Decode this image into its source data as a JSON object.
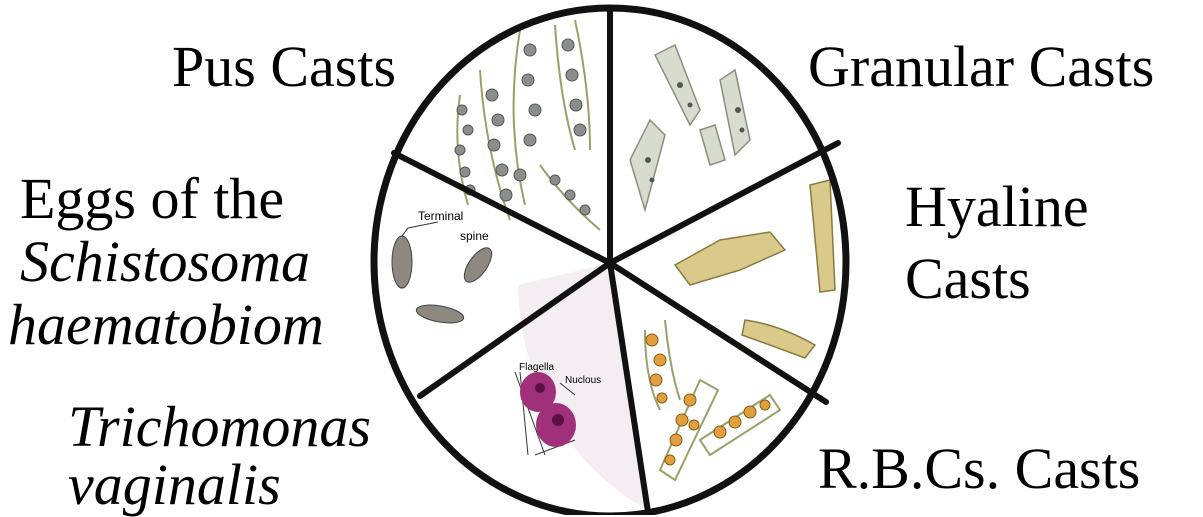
{
  "labels": {
    "pus_casts": "Pus Casts",
    "granular_casts": "Granular Casts",
    "hyaline_line1": "Hyaline",
    "hyaline_line2": "Casts",
    "rbc_casts": "R.B.Cs. Casts",
    "trich_line1": "Trichomonas",
    "trich_line2": "vaginalis",
    "eggs_line1": "Eggs of the",
    "eggs_line2": "Schistosoma",
    "eggs_line3": "haematobiom"
  },
  "annotations": {
    "terminal_line1": "Terminal",
    "terminal_line2": "spine",
    "flagella": "Flagella",
    "nucleus": "Nuclous"
  },
  "colors": {
    "outline": "#111111",
    "trich_sector_fill": "#f4eef3",
    "cast_outline": "#9aa06a",
    "cell_fill": "#8a8f8c",
    "hyaline_fill": "#d9c98a",
    "rbc_fill": "#e0a040",
    "trich_fill": "#a0307a",
    "egg_fill": "#8d8880"
  }
}
